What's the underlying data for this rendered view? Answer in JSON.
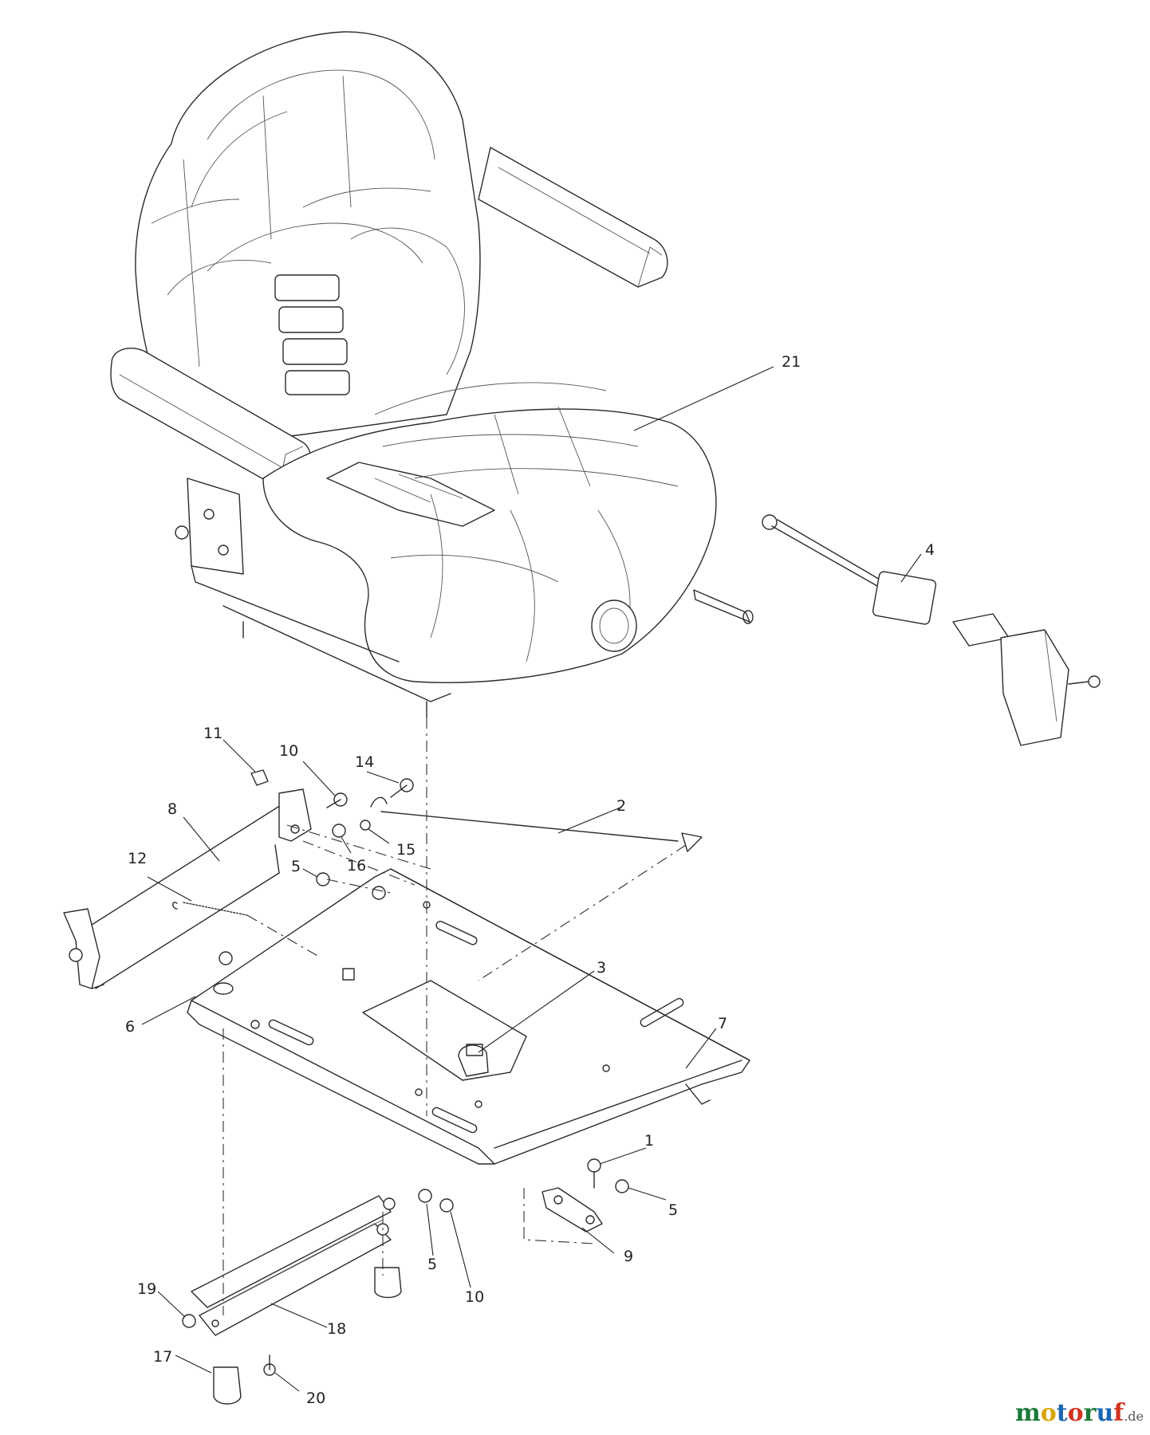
{
  "callouts": [
    {
      "id": "21",
      "label": "21"
    },
    {
      "id": "4",
      "label": "4"
    },
    {
      "id": "11",
      "label": "11"
    },
    {
      "id": "10a",
      "label": "10"
    },
    {
      "id": "14",
      "label": "14"
    },
    {
      "id": "8",
      "label": "8"
    },
    {
      "id": "2",
      "label": "2"
    },
    {
      "id": "15",
      "label": "15"
    },
    {
      "id": "16",
      "label": "16"
    },
    {
      "id": "12",
      "label": "12"
    },
    {
      "id": "5a",
      "label": "5"
    },
    {
      "id": "3",
      "label": "3"
    },
    {
      "id": "6",
      "label": "6"
    },
    {
      "id": "7",
      "label": "7"
    },
    {
      "id": "1",
      "label": "1"
    },
    {
      "id": "5b",
      "label": "5"
    },
    {
      "id": "9",
      "label": "9"
    },
    {
      "id": "5c",
      "label": "5"
    },
    {
      "id": "10b",
      "label": "10"
    },
    {
      "id": "19",
      "label": "19"
    },
    {
      "id": "18",
      "label": "18"
    },
    {
      "id": "17",
      "label": "17"
    },
    {
      "id": "20",
      "label": "20"
    }
  ],
  "watermark": {
    "m": "m",
    "o1": "o",
    "t": "t",
    "o2": "o",
    "r": "r",
    "u": "u",
    "f": "f",
    "de": ".de"
  }
}
